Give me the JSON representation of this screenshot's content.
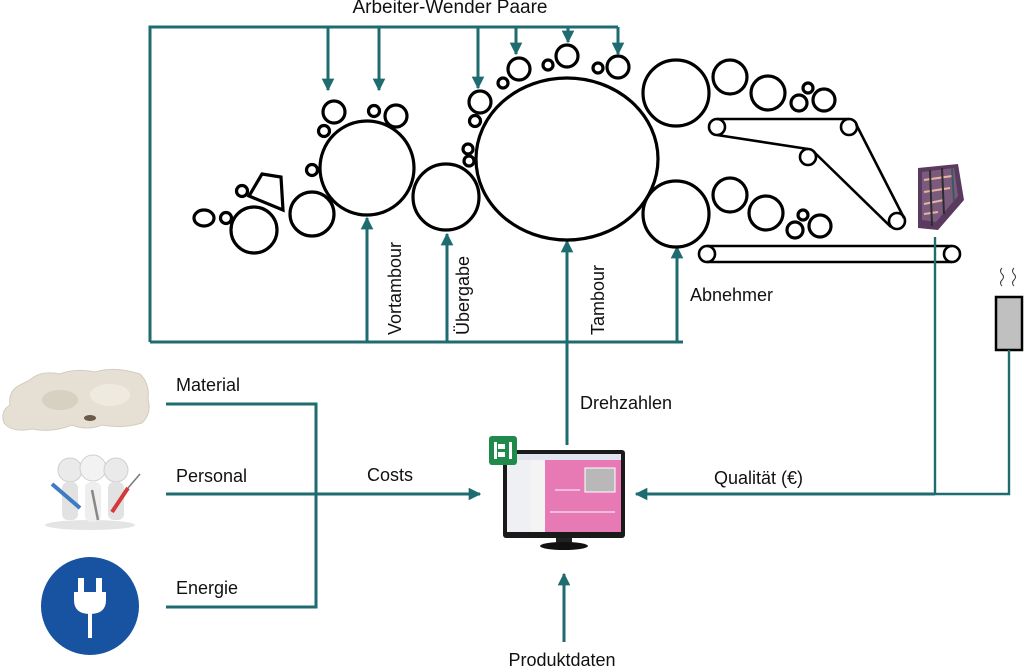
{
  "title": "Arbeiter-Wender Paare",
  "machine_labels": {
    "vortambour": "Vortambour",
    "uebergabe": "Übergabe",
    "tambour": "Tambour",
    "abnehmer": "Abnehmer"
  },
  "flows": {
    "drehzahlen": "Drehzahlen",
    "qualitaet": "Qualität (€)",
    "costs": "Costs",
    "produktdaten": "Produktdaten"
  },
  "inputs": [
    {
      "label": "Material",
      "icon": "cotton-fiber-icon"
    },
    {
      "label": "Personal",
      "icon": "workers-with-tools-icon"
    },
    {
      "label": "Energie",
      "icon": "power-plug-icon"
    }
  ],
  "devices": {
    "computer": "computer-monitor-icon",
    "software_badge": "software-logo-icon",
    "fabric": "fabric-web-icon",
    "sensor": "sensor-icon"
  },
  "colors": {
    "flow_line": "#1e6b70",
    "machine_outline": "#000000",
    "energy_circle": "#1753a0",
    "software_badge": "#1f8a4c",
    "screen_pink": "#e77ab5",
    "sensor_fill": "#c0c0c0"
  }
}
